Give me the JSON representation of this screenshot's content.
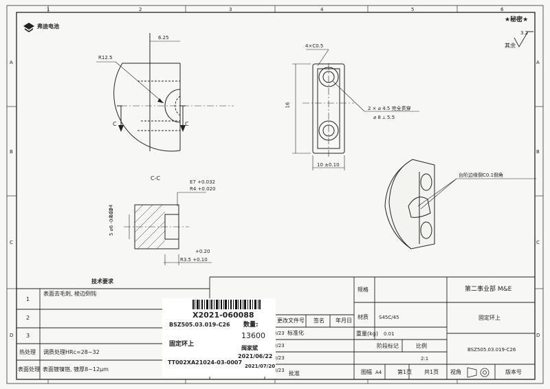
{
  "frame": {
    "top_zones": [
      "1",
      "2",
      "3",
      "4",
      "5",
      "6"
    ],
    "side_zones": [
      "A",
      "B",
      "C",
      "D"
    ],
    "logo_text": "弗迪电池",
    "secret_mark": "★秘密★",
    "roughness": {
      "value": "3.2",
      "rest_label": "其余"
    }
  },
  "views": {
    "front": {
      "radius": "R12.5",
      "width_top": "6.25",
      "section_left": "C",
      "section_right": "C"
    },
    "side": {
      "chamfer": "4×C0.5",
      "height": "16",
      "hole_callout_1": "2 × ⌀ 4.5 完全贯穿",
      "hole_callout_2": "⌀ 8 ⟂ 5.5",
      "width": "10 ±0.10"
    },
    "section": {
      "title": "C-C",
      "tol_upper": "E7 +0.032",
      "tol_lower": "R4  +0.020",
      "vertical_tol": "-0.004",
      "vertical_tol2": "5 ⌀6 -0.012",
      "bottom_tol_upper": "+0.20",
      "bottom_tol_lower": "R3.5 +0.10"
    },
    "iso": {
      "note": "台阶边缘倒C0.1倒角"
    }
  },
  "title_block": {
    "tech_req_title": "技术要求",
    "notes": [
      {
        "num": "1",
        "text": "表面去毛刺, 棱边倒钝"
      },
      {
        "num": "2",
        "text": ""
      },
      {
        "num": "3",
        "text": ""
      }
    ],
    "heat_label": "热处理",
    "heat_value": "调质处理HRc=28~32",
    "surface_label": "表面处理",
    "surface_value": "表面镀镍铬, 镀厚8~12μm",
    "spec_label": "规格",
    "department": "第二事业部 M&E",
    "change_header": {
      "file": "更改文件号",
      "sign": "签名",
      "date": "年月日"
    },
    "partial_315": [
      "3/23",
      "3/23",
      "3/23",
      "3/23"
    ],
    "standardize": "标准化",
    "approve": "批准",
    "material_label": "材质",
    "material_value": "S45C/45",
    "part_name": "固定环上",
    "weight_label": "重量(kg)",
    "weight_value": "0.01",
    "stage_label": "阶段标记",
    "scale_label": "比例",
    "scale_value": "2:1",
    "drawing_no": "BSZ505.03.019-C26",
    "paper_label": "图幅",
    "paper_value": "A4",
    "page_label": "第1页",
    "total_label": "共1页",
    "view_label": "视角",
    "version_label": "版本号"
  },
  "sticker": {
    "code": "X2021-060088",
    "part_no": "BSZ505.03.019-C26",
    "qty_label": "数量:",
    "qty_value": "13600",
    "name": "固定环上",
    "vendor": "闽家斌",
    "date1": "2021/06/22",
    "order": "TT002XA21024-03-0007",
    "date2": "2021/07/20"
  }
}
